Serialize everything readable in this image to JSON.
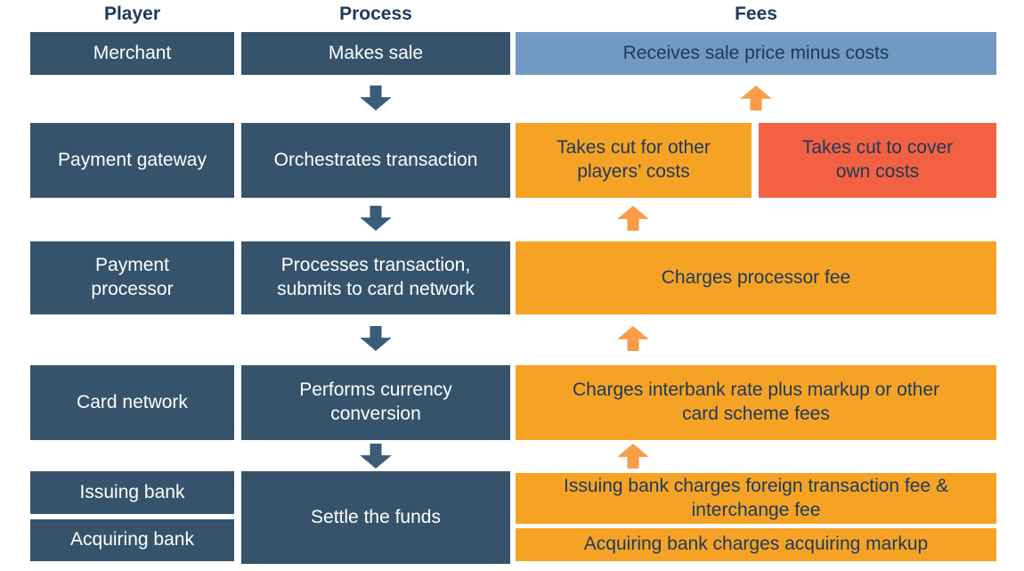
{
  "colors": {
    "dark_blue": "#36536B",
    "light_blue": "#7199C4",
    "orange": "#F6A325",
    "red_orange": "#F26141",
    "arrow_orange": "#F89C47",
    "arrow_blue": "#3B5C78",
    "navy_text": "#1C3A5C"
  },
  "columns": {
    "player": {
      "header": "Player",
      "items": [
        "Merchant",
        "Payment gateway",
        "Payment\nprocessor",
        "Card network",
        "Issuing bank",
        "Acquiring bank"
      ]
    },
    "process": {
      "header": "Process",
      "items": [
        "Makes sale",
        "Orchestrates transaction",
        "Processes transaction,\nsubmits to card network",
        "Performs currency\nconversion",
        "Settle the funds"
      ]
    },
    "fees": {
      "header": "Fees",
      "items": [
        "Receives sale price minus costs",
        "Takes cut for other\nplayers’ costs",
        "Takes cut to cover\nown costs",
        "Charges processor fee",
        "Charges interbank rate plus markup or other\ncard scheme fees",
        "Issuing bank charges foreign transaction fee &\ninterchange fee",
        "Acquiring bank charges acquiring markup"
      ]
    }
  }
}
